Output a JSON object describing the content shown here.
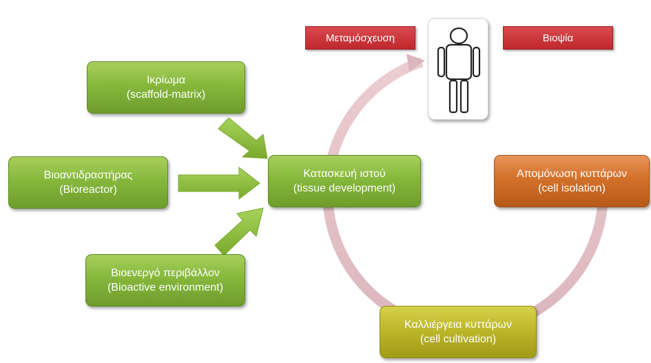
{
  "tags": {
    "transplant": "Μεταμόσχευση",
    "biopsy": "Βιοψία"
  },
  "inputs": {
    "scaffold": {
      "line1": "Ικρίωμα",
      "line2": "(scaffold-matrix)"
    },
    "bioreactor": {
      "line1": "Βιοαντιδραστήρας",
      "line2": "(Bioreactor)"
    },
    "environment": {
      "line1": "Βιοενεργό περιβάλλον",
      "line2": "(Bioactive environment)"
    }
  },
  "cycle": {
    "tissue": {
      "line1": "Κατασκευή ιστού",
      "line2": "(tissue development)"
    },
    "isolation": {
      "line1": "Απομόνωση κυττάρων",
      "line2": "(cell isolation)"
    },
    "cultivation": {
      "line1": "Καλλιέργεια κυττάρων",
      "line2": "(cell cultivation)"
    }
  },
  "icons": {
    "person": "person-icon",
    "arrows": "arrow-right-icon"
  },
  "colors": {
    "green": "#86b83c",
    "orange": "#d3712a",
    "yellow": "#bdb72a",
    "red": "#c0282d",
    "ring": "#dcb6bd",
    "arrow_green": "#8cc03e"
  }
}
